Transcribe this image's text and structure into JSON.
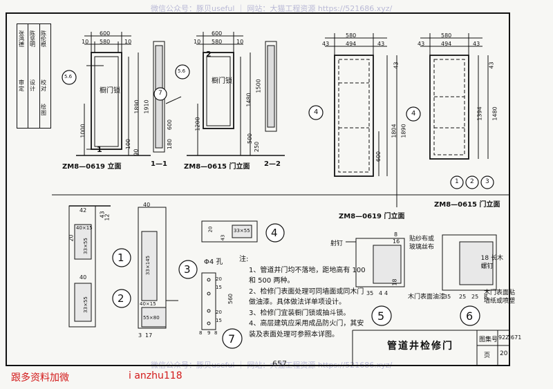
{
  "watermarks": {
    "top": "微信公众号：豚贝useful ｜ 网站：大猫工程资源 https://521686.xyz/",
    "bottom": "微信公众号：豚贝useful ｜ 网站：大猫工程资源 https://521686.xyz/"
  },
  "drawings": {
    "zm8_0619_elevation": {
      "title": "ZM8—0619 立面",
      "lock": "橱门锁",
      "dims": [
        "600",
        "580",
        "10",
        "10",
        "1890",
        "1910",
        "1000",
        "100",
        "90"
      ],
      "callout": "5.6",
      "section_mark": "1"
    },
    "section_1_1": {
      "title": "1—1",
      "callout": "7"
    },
    "zm8_0615_elevation": {
      "title": "ZM8—0615 门立面",
      "lock": "橱门锁",
      "dims": [
        "600",
        "580",
        "10",
        "10",
        "1480",
        "1500",
        "1200",
        "600",
        "180",
        "500",
        "250"
      ],
      "callout": "5.6",
      "section_mark": "2"
    },
    "section_2_2": {
      "title": "2—2"
    },
    "zm8_0619_door": {
      "title": "ZM8—0619 门立面",
      "dims": [
        "580",
        "494",
        "43",
        "43",
        "1804",
        "1890",
        "600",
        "43"
      ],
      "callout": "4"
    },
    "zm8_0615_door": {
      "title": "ZM8—0615 门立面",
      "dims": [
        "580",
        "494",
        "43",
        "43",
        "1394",
        "1480",
        "43"
      ],
      "callouts": [
        "4",
        "1",
        "2",
        "3"
      ]
    },
    "details": {
      "d1": "1",
      "d2": "2",
      "d3": "3",
      "d4": "4",
      "d5": "5",
      "d6": "6",
      "d7": "7",
      "d1_dims": [
        "42",
        "43",
        "40×15",
        "33×55",
        "40",
        "33×55",
        "12",
        "20"
      ],
      "d2_dims": [
        "40",
        "33×145",
        "40×15",
        "55×80",
        "3",
        "17"
      ],
      "d3_label": "Φ4 孔",
      "d3_dims": [
        "560",
        "20",
        "15",
        "20",
        "15",
        "8",
        "9",
        "8"
      ],
      "d4_dims": [
        "33×55",
        "20",
        "43"
      ],
      "d5_labels": [
        "射钉",
        "木门表面油漆"
      ],
      "d5_dims": [
        "8",
        "16",
        "35",
        "4",
        "4",
        "18"
      ],
      "d6_labels": [
        "贴纱布或\n玻璃丝布",
        "18 长木\n螺钉",
        "木门表面贴\n墙纸或喷塑"
      ],
      "d6_dims": [
        "35",
        "25",
        "25",
        "8"
      ]
    }
  },
  "notes": {
    "heading": "注:",
    "items": [
      "1、管道井门均不落地，距地高有 100",
      "   和 500 两种。",
      "2、检修门表面处理可同墙面或同木门",
      "   做油漆。具体做法详单项设计。",
      "3、检修门宜装橱门锁或抽斗锁。",
      "4、高层建筑应采用成品防火门，其安",
      "   装及表面处理可参照本详图。"
    ]
  },
  "title_block": {
    "title": "管道井检修门",
    "atlas_label": "图集号",
    "atlas_value": "92ZJ671",
    "page_label": "页",
    "page_value": "20"
  },
  "side_block": {
    "rows": [
      "张鸿德",
      "陈坚明",
      "陈伦根",
      "审定",
      "设计",
      "校对",
      "绘图"
    ]
  },
  "page_number": "657",
  "footer": {
    "left": "跟多资料加微",
    "right": "i anzhu118"
  }
}
